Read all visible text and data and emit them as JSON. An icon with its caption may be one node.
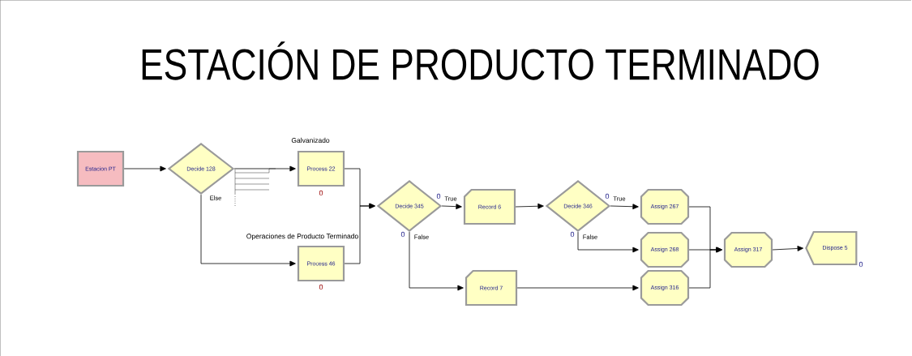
{
  "diagram": {
    "title": "ESTACIÓN DE PRODUCTO TERMINADO",
    "nodes": [
      {
        "text": [
          "Estacion PT"
        ]
      },
      {
        "text": [
          "Decide 128"
        ]
      },
      {
        "text": [
          "Galvanizado",
          "Process 22"
        ],
        "beside": [
          "0"
        ]
      },
      {
        "text": [
          "Operaciones de Producto Terminado",
          "Process 46"
        ],
        "beside": [
          "0"
        ]
      },
      {
        "text": [
          "Decide 345"
        ],
        "beside": [
          "0",
          "0"
        ]
      },
      {
        "text": [
          "Record 6"
        ]
      },
      {
        "text": [
          "Record 7"
        ]
      },
      {
        "text": [
          "Decide 346"
        ],
        "beside": [
          "0",
          "0"
        ]
      },
      {
        "text": [
          "Assign 267"
        ]
      },
      {
        "text": [
          "Assign 268"
        ]
      },
      {
        "text": [
          "Assign 316"
        ]
      },
      {
        "text": [
          "Assign 317"
        ]
      },
      {
        "text": [
          "Dispose 5"
        ],
        "beside": [
          "0"
        ]
      }
    ],
    "edges": [
      {
        "from": 0,
        "to": 1,
        "arrow": "to"
      },
      {
        "from": 1,
        "to": 2,
        "arrow": "to"
      },
      {
        "from": 1,
        "to": 3,
        "arrow": "to",
        "label": "Else"
      },
      {
        "from": 2,
        "to": 4,
        "arrow": "to"
      },
      {
        "from": 3,
        "to": 4,
        "arrow": "to"
      },
      {
        "from": 4,
        "to": 5,
        "arrow": "to",
        "label": "True"
      },
      {
        "from": 4,
        "to": 6,
        "arrow": "to",
        "label": "False"
      },
      {
        "from": 5,
        "to": 7,
        "arrow": "to"
      },
      {
        "from": 7,
        "to": 8,
        "arrow": "to",
        "label": "True"
      },
      {
        "from": 7,
        "to": 9,
        "arrow": "to",
        "label": "False"
      },
      {
        "from": 8,
        "to": 11,
        "arrow": "to"
      },
      {
        "from": 9,
        "to": 11,
        "arrow": "to"
      },
      {
        "from": 10,
        "to": 11,
        "arrow": "to"
      },
      {
        "from": 6,
        "to": 10,
        "arrow": "to"
      },
      {
        "from": 11,
        "to": 12,
        "arrow": "to"
      }
    ]
  }
}
